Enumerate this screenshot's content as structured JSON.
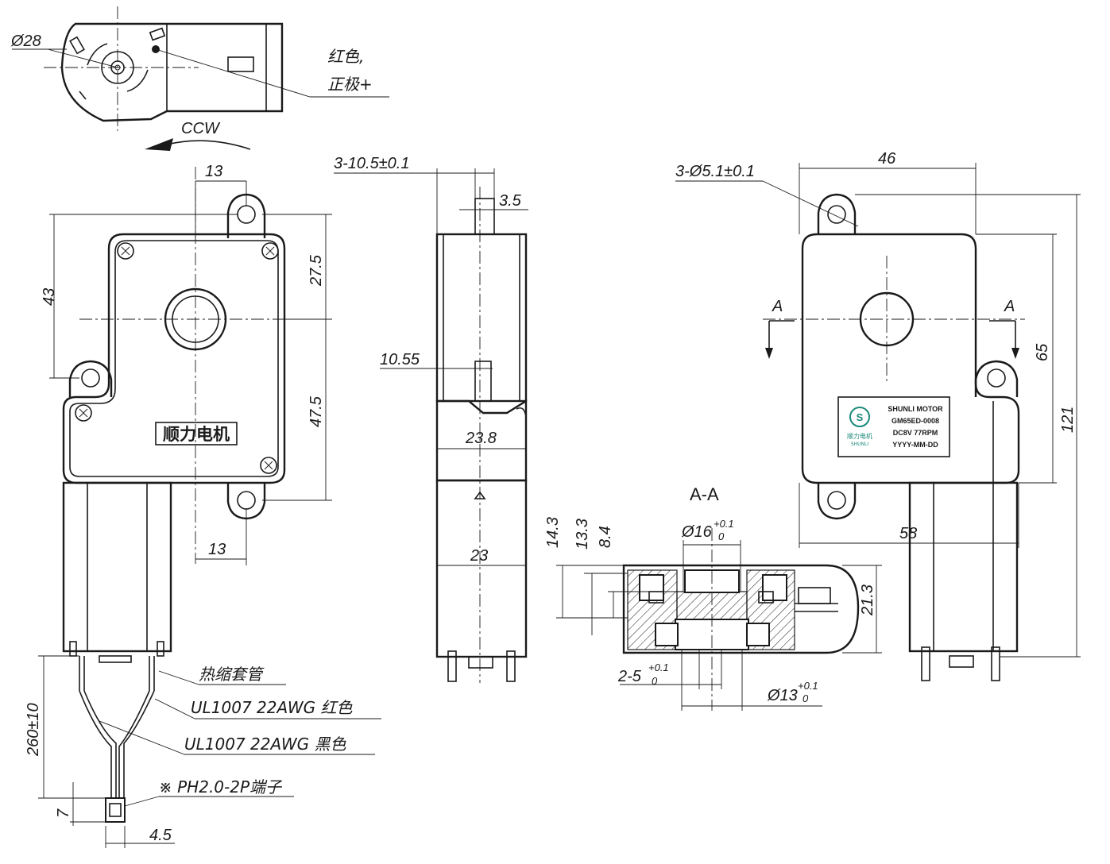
{
  "views": {
    "top": {
      "dia_label": "Ø28",
      "wire_note_line1": "红色,",
      "wire_note_line2": "正极+",
      "rotation": "CCW"
    },
    "front": {
      "dim_top_13": "13",
      "dim_bottom_13": "13",
      "dim_43": "43",
      "dim_27_5": "27.5",
      "dim_47_5": "47.5",
      "brand_plate": "顺力电机"
    },
    "side": {
      "dim_shaft": "3-10.5±0.1",
      "dim_3_5": "3.5",
      "dim_10_55": "10.55",
      "dim_23_8": "23.8",
      "dim_23": "23"
    },
    "back": {
      "dim_holes": "3-Ø5.1±0.1",
      "dim_46": "46",
      "dim_65": "65",
      "dim_121": "121",
      "dim_58": "58",
      "section_mark": "A"
    },
    "label": {
      "line1": "SHUNLI MOTOR",
      "line2": "GM65ED-0008",
      "line3": "DC8V 77RPM",
      "line4": "YYYY-MM-DD",
      "logo_cn": "顺力电机",
      "logo_en": "SHUNLI"
    },
    "section": {
      "title": "A-A",
      "dim_14_3": "14.3",
      "dim_13_3": "13.3",
      "dim_8_4": "8.4",
      "dim_phi16": "Ø16",
      "tol_phi16_up": "+0.1",
      "tol_phi16_lo": "0",
      "dim_21_3": "21.3",
      "dim_2_5": "2-5",
      "tol_2_5_up": "+0.1",
      "tol_2_5_lo": "0",
      "dim_phi13": "Ø13",
      "tol_phi13_up": "+0.1",
      "tol_phi13_lo": "0"
    },
    "wiring": {
      "sleeve": "热缩套管",
      "red_wire": "UL1007 22AWG 红色",
      "black_wire": "UL1007 22AWG 黑色",
      "connector": "※ PH2.0-2P端子",
      "dim_length": "260±10",
      "dim_7": "7",
      "dim_4_5": "4.5"
    }
  }
}
